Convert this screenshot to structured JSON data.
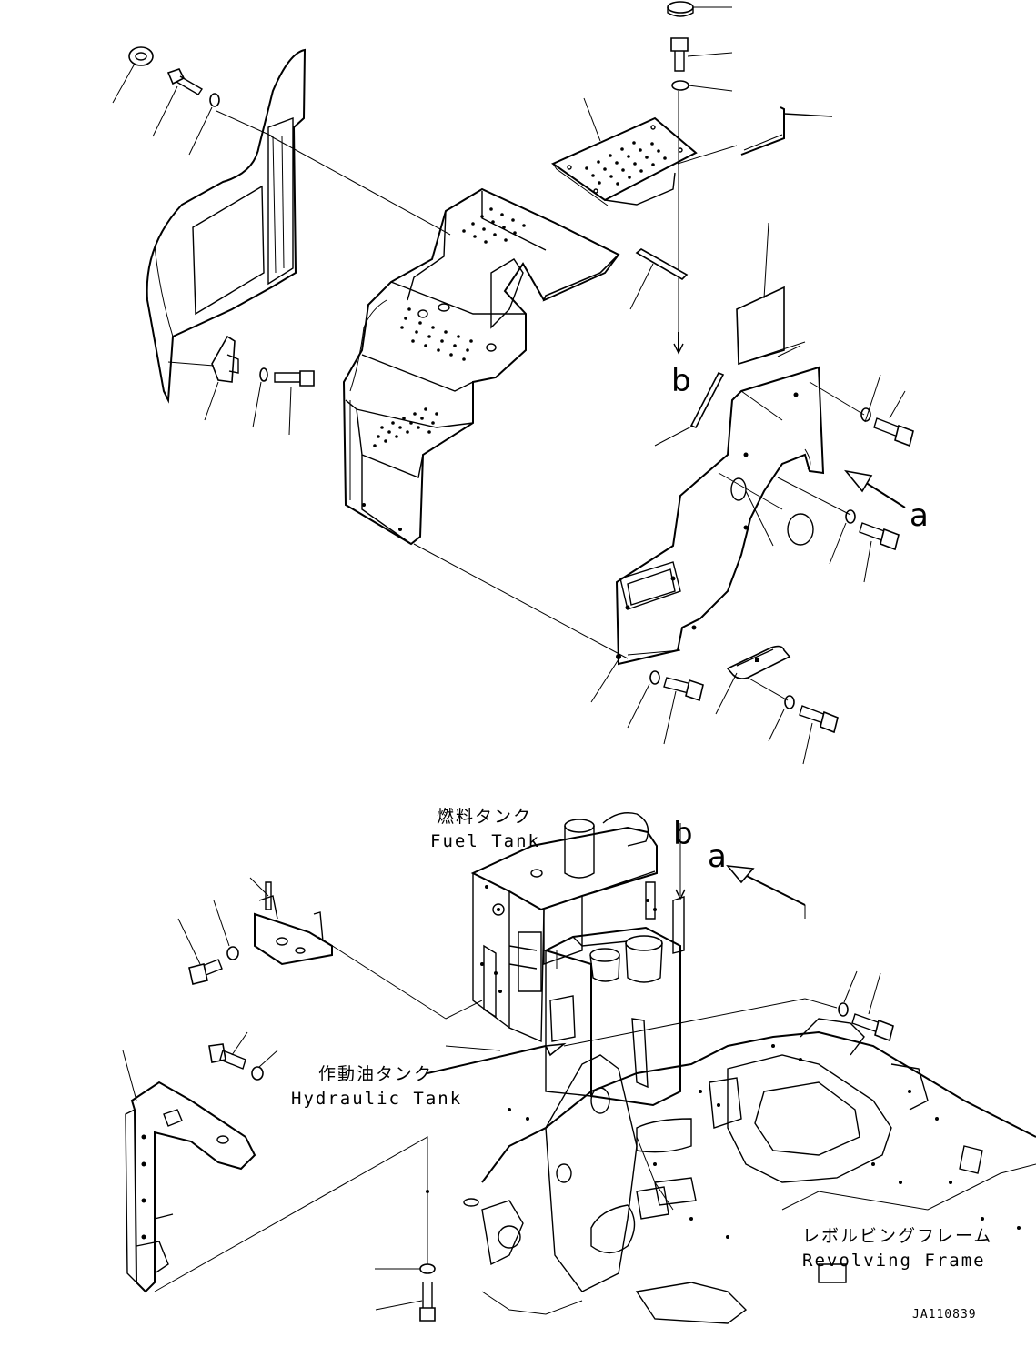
{
  "labels": {
    "fuel_tank_jp": "燃料タンク",
    "fuel_tank_en": "Fuel Tank",
    "hydraulic_tank_jp": "作動油タンク",
    "hydraulic_tank_en": "Hydraulic Tank",
    "revolving_frame_jp": "レボルビングフレーム",
    "revolving_frame_en": "Revolving Frame"
  },
  "callouts": {
    "a_top": "a",
    "b_top": "b",
    "a_bottom": "a",
    "b_bottom": "b"
  },
  "drawing_code": "JA110839",
  "colors": {
    "line": "#000000",
    "background": "#ffffff"
  }
}
